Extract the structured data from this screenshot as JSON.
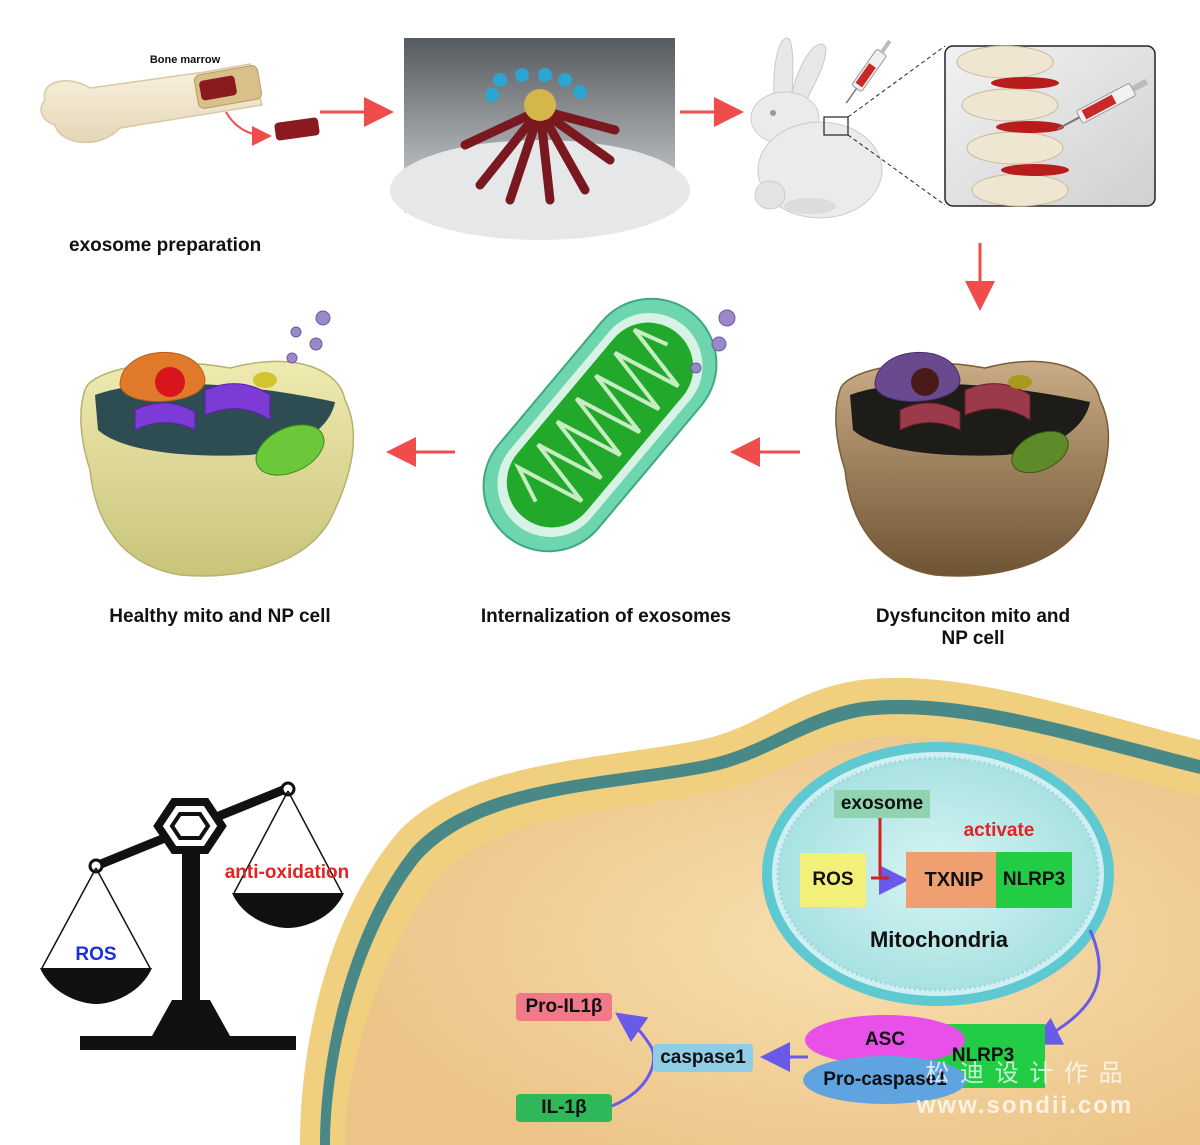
{
  "top": {
    "bone_marrow": "Bone marrow",
    "exosome_preparation": "exosome preparation"
  },
  "middle": {
    "healthy": "Healthy mito and NP cell",
    "internalization": "Internalization of exosomes",
    "dysfunction_line1": "Dysfunciton mito and",
    "dysfunction_line2": "NP cell"
  },
  "scale": {
    "ros": "ROS",
    "anti_oxidation": "anti-oxidation"
  },
  "pathway": {
    "exosome": "exosome",
    "activate": "activate",
    "ros": "ROS",
    "txnip": "TXNIP",
    "nlrp3_top": "NLRP3",
    "mitochondria": "Mitochondria",
    "asc": "ASC",
    "nlrp3_bottom": "NLRP3",
    "pro_caspase1": "Pro-caspase1",
    "caspase1": "caspase1",
    "pro_il1b": "Pro-IL1β",
    "il1b": "IL-1β"
  },
  "watermark": {
    "chinese": "松 迪 设 计 作 品",
    "url": "www.sondii.com"
  },
  "colors": {
    "arrow_red": "#ef4c4c",
    "inhibit_red": "#d42020",
    "activate_red": "#e02424",
    "ros_blue": "#1a2fd6",
    "flow_purple": "#6a5ae8",
    "ros_box": "#f3f07a",
    "txnip_box": "#f0a070",
    "nlrp3_box": "#22cc44",
    "asc_ellipse": "#e94fe9",
    "procasp_ellipse": "#5fa3e0",
    "caspase1_box": "#8fcde6",
    "proil_box": "#f07a8a",
    "il1b_box": "#2fb85a",
    "exosome_box": "#8fd3b0"
  }
}
